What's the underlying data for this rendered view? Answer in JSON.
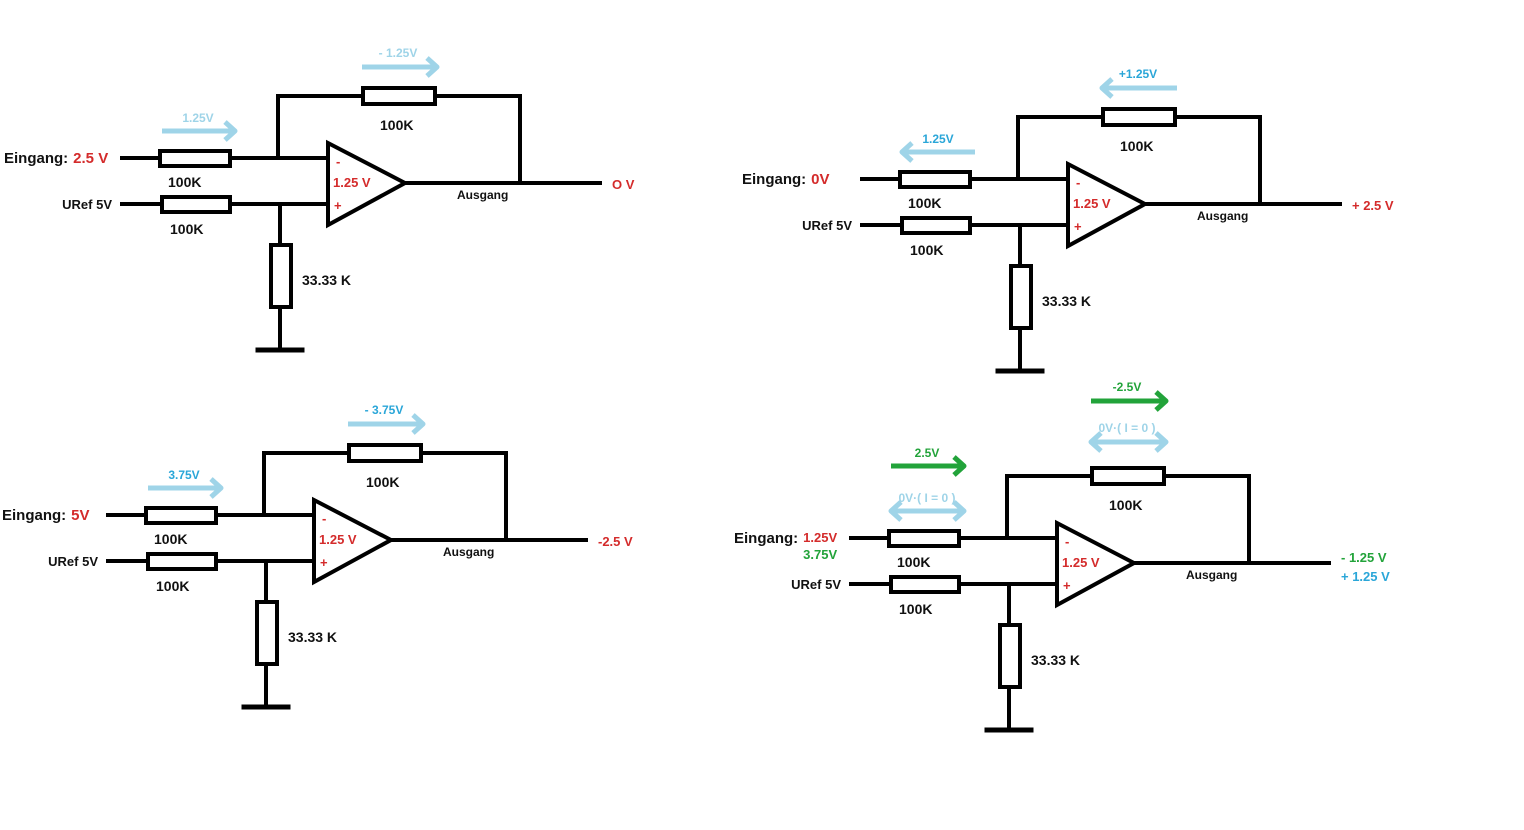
{
  "colors": {
    "wire": "#000000",
    "red": "#d42b2b",
    "green": "#22a33a",
    "blue": "#2aa6d8",
    "light_blue": "#9fd4e8"
  },
  "circuits": [
    {
      "input_label": "Eingang:",
      "input_values": [
        {
          "text": "2.5 V",
          "color": "#d42b2b"
        }
      ],
      "uref_label": "URef 5V",
      "r_in": "100K",
      "r_ref": "100K",
      "r_fb": "100K",
      "r_gnd": "33.33 K",
      "opamp_minus": "-",
      "opamp_plus": "+",
      "opamp_voltage": "1.25 V",
      "output_label": "Ausgang",
      "output_values": [
        {
          "text": "O V",
          "color": "#d42b2b"
        }
      ],
      "input_arrows": [
        {
          "label": "1.25V",
          "direction": "right",
          "color": "#9fd4e8",
          "label_color": "#9fd4e8"
        }
      ],
      "feedback_arrows": [
        {
          "label": "- 1.25V",
          "direction": "right",
          "color": "#9fd4e8",
          "label_color": "#9fd4e8"
        }
      ]
    },
    {
      "input_label": "Eingang:",
      "input_values": [
        {
          "text": "0V",
          "color": "#d42b2b"
        }
      ],
      "uref_label": "URef 5V",
      "r_in": "100K",
      "r_ref": "100K",
      "r_fb": "100K",
      "r_gnd": "33.33 K",
      "opamp_minus": "-",
      "opamp_plus": "+",
      "opamp_voltage": "1.25 V",
      "output_label": "Ausgang",
      "output_values": [
        {
          "text": "+ 2.5 V",
          "color": "#d42b2b"
        }
      ],
      "input_arrows": [
        {
          "label": "1.25V",
          "direction": "left",
          "color": "#9fd4e8",
          "label_color": "#2aa6d8"
        }
      ],
      "feedback_arrows": [
        {
          "label": "+1.25V",
          "direction": "left",
          "color": "#9fd4e8",
          "label_color": "#2aa6d8"
        }
      ]
    },
    {
      "input_label": "Eingang:",
      "input_values": [
        {
          "text": "5V",
          "color": "#d42b2b"
        }
      ],
      "uref_label": "URef 5V",
      "r_in": "100K",
      "r_ref": "100K",
      "r_fb": "100K",
      "r_gnd": "33.33 K",
      "opamp_minus": "-",
      "opamp_plus": "+",
      "opamp_voltage": "1.25 V",
      "output_label": "Ausgang",
      "output_values": [
        {
          "text": "-2.5 V",
          "color": "#d42b2b"
        }
      ],
      "input_arrows": [
        {
          "label": "3.75V",
          "direction": "right",
          "color": "#9fd4e8",
          "label_color": "#2aa6d8"
        }
      ],
      "feedback_arrows": [
        {
          "label": "- 3.75V",
          "direction": "right",
          "color": "#9fd4e8",
          "label_color": "#2aa6d8"
        }
      ]
    },
    {
      "input_label": "Eingang:",
      "input_values": [
        {
          "text": "1.25V",
          "color": "#d42b2b"
        },
        {
          "text": "3.75V",
          "color": "#22a33a"
        }
      ],
      "uref_label": "URef 5V",
      "r_in": "100K",
      "r_ref": "100K",
      "r_fb": "100K",
      "r_gnd": "33.33 K",
      "opamp_minus": "-",
      "opamp_plus": "+",
      "opamp_voltage": "1.25 V",
      "output_label": "Ausgang",
      "output_values": [
        {
          "text": "- 1.25 V",
          "color": "#22a33a"
        },
        {
          "text": "+ 1.25 V",
          "color": "#2aa6d8"
        }
      ],
      "input_arrows": [
        {
          "label": "0V·( I = 0 )",
          "direction": "both",
          "color": "#9fd4e8",
          "label_color": "#9fd4e8"
        },
        {
          "label": "2.5V",
          "direction": "right",
          "color": "#22a33a",
          "label_color": "#22a33a"
        }
      ],
      "feedback_arrows": [
        {
          "label": "0V·( I = 0 )",
          "direction": "both",
          "color": "#9fd4e8",
          "label_color": "#9fd4e8"
        },
        {
          "label": "-2.5V",
          "direction": "right",
          "color": "#22a33a",
          "label_color": "#22a33a"
        }
      ]
    }
  ]
}
